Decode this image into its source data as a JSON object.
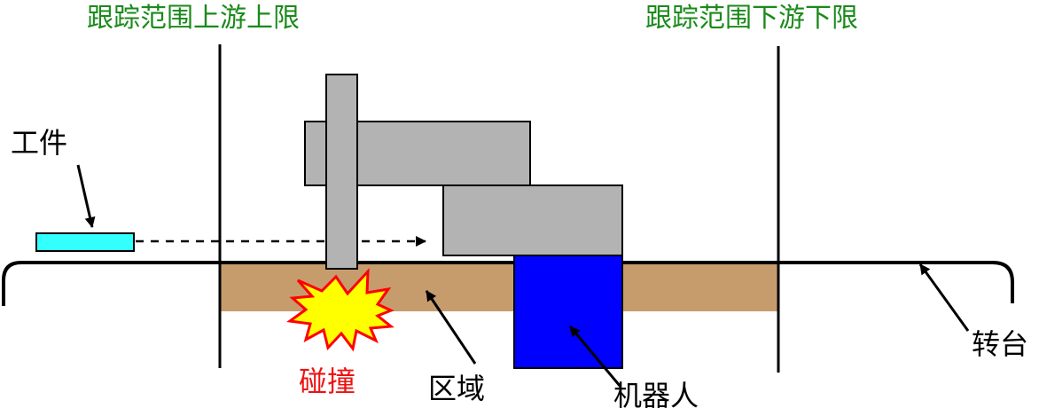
{
  "labels": {
    "upstream_limit": "跟踪范围上游上限",
    "downstream_limit": "跟踪范围下游下限",
    "workpiece": "工件",
    "collision": "碰撞",
    "area": "区域",
    "robot": "机器人",
    "turntable": "转台"
  },
  "colors": {
    "limit_label": "#1a8a1a",
    "collision_label": "#ee1111",
    "area_fill": "#c69c6d",
    "robot_fill": "#0000ff",
    "arm_fill": "#b3b3b3",
    "workpiece_fill": "#33ffff",
    "burst_fill": "#ffff00",
    "burst_stroke": "#ff0000"
  },
  "icons": {
    "collision": "collision-burst-icon",
    "workpiece_motion": "dashed-arrow-icon"
  }
}
